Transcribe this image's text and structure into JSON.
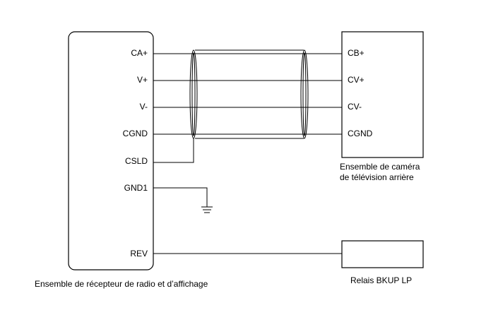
{
  "radio_unit": {
    "caption": "Ensemble de récepteur de radio et d’affichage",
    "pins": [
      "CA+",
      "V+",
      "V-",
      "CGND",
      "CSLD",
      "GND1",
      "REV"
    ]
  },
  "camera_unit": {
    "caption_line1": "Ensemble de caméra",
    "caption_line2": "de télévision arrière",
    "pins": [
      "CB+",
      "CV+",
      "CV-",
      "CGND"
    ]
  },
  "relay": {
    "caption": "Relais BKUP LP"
  },
  "colors": {
    "line": "#000000",
    "background": "#ffffff"
  }
}
